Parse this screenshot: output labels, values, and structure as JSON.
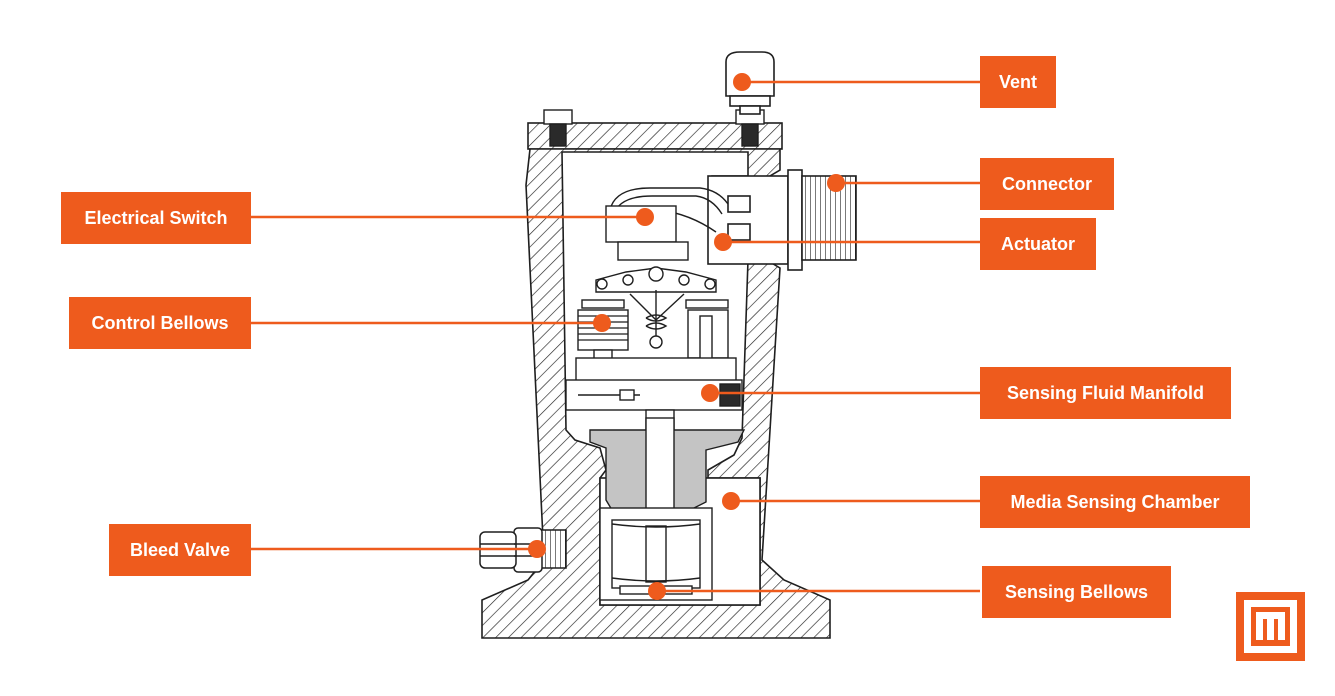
{
  "diagram": {
    "labels": {
      "vent": "Vent",
      "connector": "Connector",
      "actuator": "Actuator",
      "electrical_switch": "Electrical Switch",
      "control_bellows": "Control Bellows",
      "sensing_fluid_manifold": "Sensing Fluid Manifold",
      "media_sensing_chamber": "Media Sensing Chamber",
      "bleed_valve": "Bleed Valve",
      "sensing_bellows": "Sensing Bellows"
    },
    "colors": {
      "accent": "#ee5b1d",
      "line": "#1f1f1f",
      "fill_gray": "#c4c4c4",
      "fill_dark": "#2a2a2a"
    }
  },
  "logo": {
    "icon": "m-brand-logo-icon"
  }
}
